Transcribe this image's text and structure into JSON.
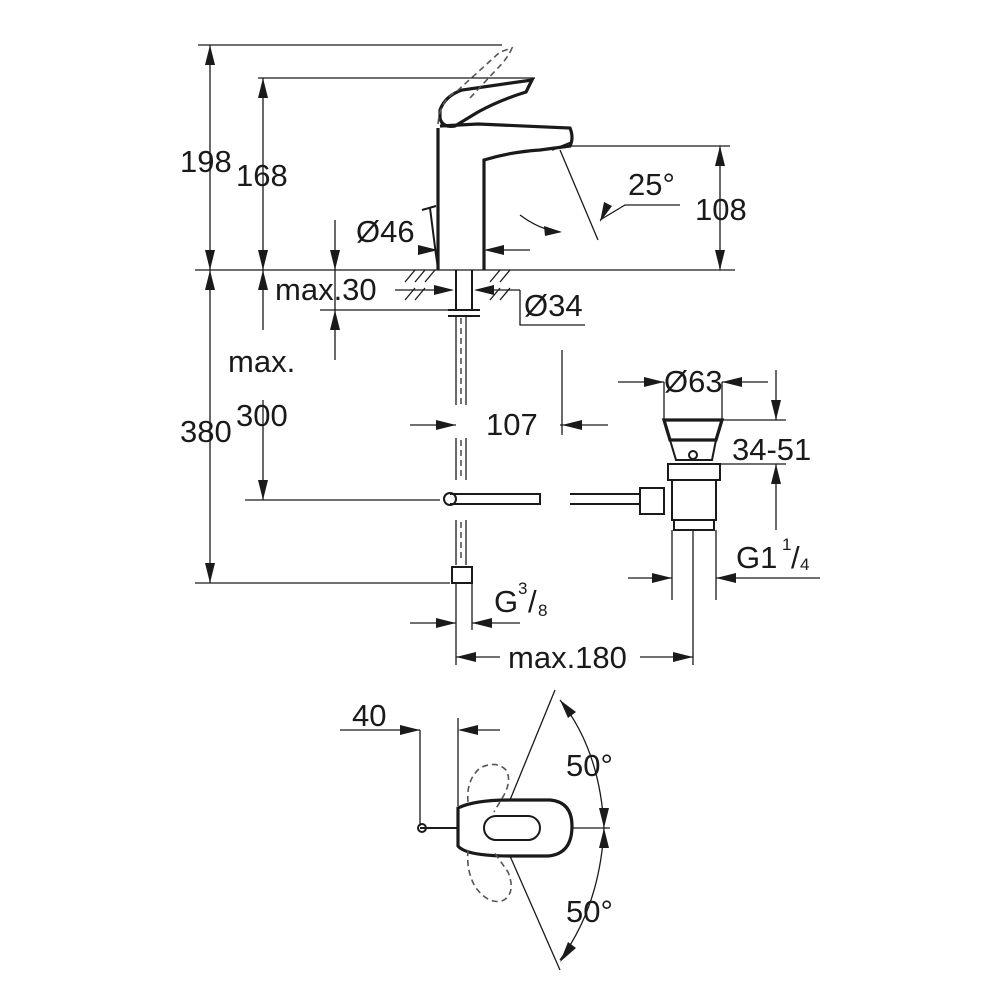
{
  "dimensions": {
    "total_height": "198",
    "spout_top_height": "168",
    "spout_height": "108",
    "spout_angle": "25°",
    "base_diameter": "Ø46",
    "max_deck": "max.30",
    "hole_diameter": "Ø34",
    "max_word": "max.",
    "hose_length_max": "300",
    "total_below": "380",
    "spout_reach": "107",
    "waste_diameter": "Ø63",
    "waste_range": "34-51",
    "waste_thread_main": "G1",
    "waste_thread_num": "1",
    "waste_thread_den": "4",
    "supply_thread_main": "G",
    "supply_thread_num": "3",
    "supply_thread_den": "8",
    "max_projection": "max.180",
    "handle_offset": "40",
    "rotation_up": "50°",
    "rotation_down": "50°"
  }
}
